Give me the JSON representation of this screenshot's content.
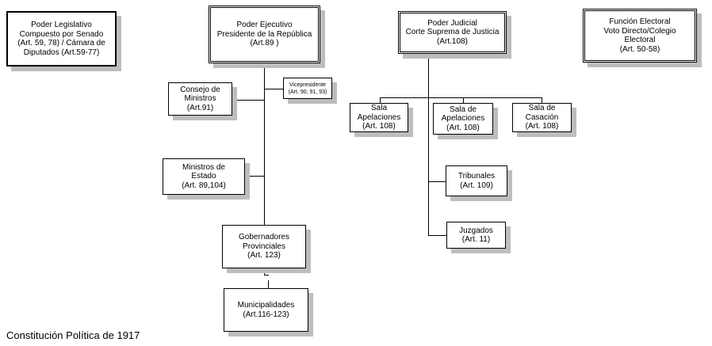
{
  "boxes": {
    "legislativo": "Poder Legislativo\nCompuesto por Senado\n(Art. 59, 78) / Cámara de\nDiputados  (Art.59-77)",
    "ejecutivo": "Poder Ejecutivo\nPresidente de la República\n(Art.89 )",
    "judicial": "Poder Judicial\nCorte Suprema de Justicia\n(Art.108)",
    "electoral": "Función Electoral\nVoto Directo/Colegio\nElectoral\n(Art. 50-58)",
    "consejo": "Consejo de\nMinistros\n(Art.91)",
    "vicepresidente": "Vicepresidente\n(Art. 90, 91, 93)",
    "ministros": "Ministros de\nEstado\n(Art. 89,104)",
    "gobernadores": "Gobernadores\nProvinciales\n(Art. 123)",
    "municipalidades": "Municipalidades\n(Art.116-123)",
    "sala1": "Sala\nApelaciones\n(Art. 108)",
    "sala2": "Sala de\nApelaciones\n(Art. 108)",
    "sala3": "Sala de\nCasación\n(Art. 108)",
    "tribunales": "Tribunales\n(Art. 109)",
    "juzgados": "Juzgados\n(Art. 11)"
  },
  "caption": "Constitución Política de 1917"
}
